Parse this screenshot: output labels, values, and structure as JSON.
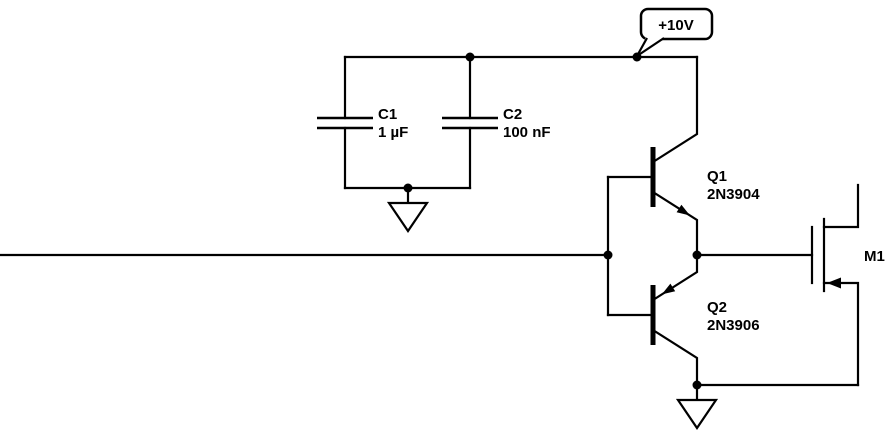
{
  "supply": {
    "label": "+10V"
  },
  "components": {
    "c1": {
      "ref": "C1",
      "value": "1 µF"
    },
    "c2": {
      "ref": "C2",
      "value": "100 nF"
    },
    "q1": {
      "ref": "Q1",
      "part": "2N3904"
    },
    "q2": {
      "ref": "Q2",
      "part": "2N3906"
    },
    "m1": {
      "ref": "M1"
    }
  },
  "colors": {
    "wire": "#000000",
    "background": "#ffffff",
    "text": "#000000"
  }
}
